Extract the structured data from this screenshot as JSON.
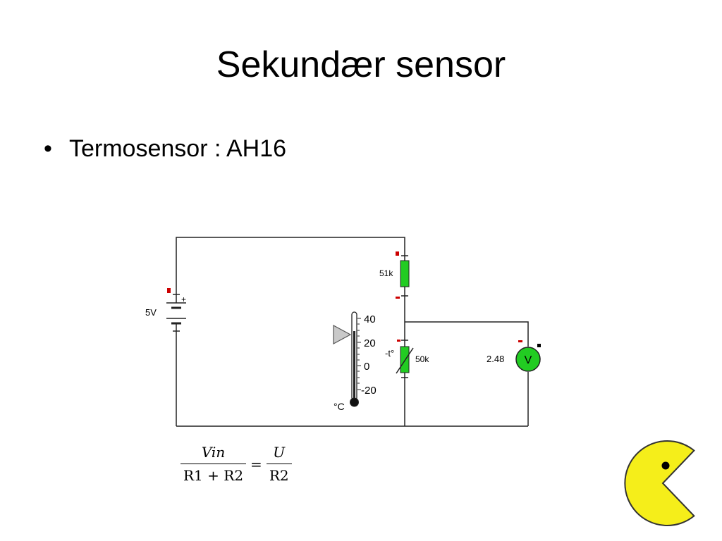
{
  "slide": {
    "title": "Sekundær sensor",
    "bullet": "Termosensor : AH16"
  },
  "circuit": {
    "battery_label": "5V",
    "battery_plus": "+",
    "resistor_label": "51k",
    "thermistor_label": "50k",
    "thermistor_symbol": "-t°",
    "voltmeter_reading": "2.48",
    "voltmeter_symbol": "V",
    "thermometer_ticks": [
      "40",
      "20",
      "0",
      "-20"
    ],
    "thermometer_unit": "°C",
    "wire_color": "#222222",
    "component_green": "#22cc22",
    "marker_red": "#cc0000"
  },
  "formula": {
    "numerator_left": "Vin",
    "denominator_left": "R1 + R2",
    "equals": "=",
    "numerator_right": "U",
    "denominator_right": "R2"
  },
  "mascot": {
    "fill": "#f5ee1a"
  }
}
